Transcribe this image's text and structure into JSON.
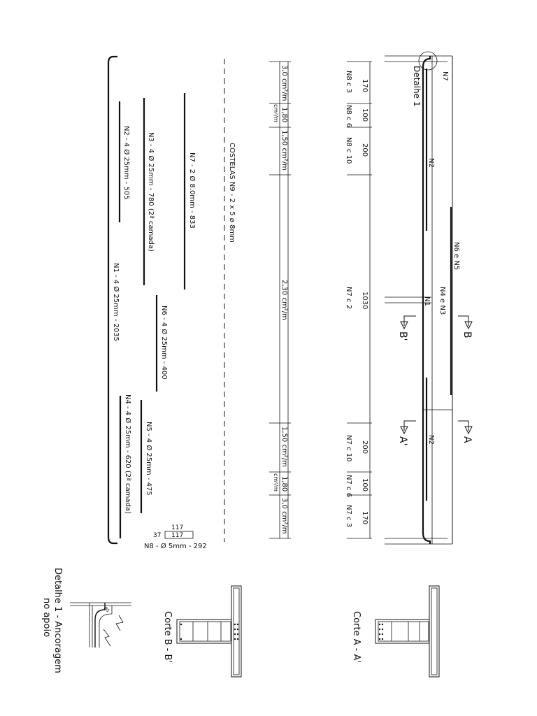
{
  "beam": {
    "detail_label": "Detalhe 1",
    "labels": {
      "n7": "N7",
      "n2_top": "N2",
      "n2_bottom": "N2",
      "n6n5": "N6 e N5",
      "n4n3": "N4 e N3",
      "n1": "N1"
    },
    "sections": {
      "b": "B",
      "b_prime": "B'",
      "a": "A",
      "a_prime": "A'"
    }
  },
  "stirrup_zones": [
    {
      "length": "170",
      "stirrup": "N8 c 3"
    },
    {
      "length": "100",
      "stirrup": "N8 c 6"
    },
    {
      "length": "200",
      "stirrup": "N8 c 10"
    },
    {
      "length": "1030",
      "stirrup": "N7 c 2"
    },
    {
      "length": "200",
      "stirrup": "N7 c 10"
    },
    {
      "length": "100",
      "stirrup": "N7 c 6"
    },
    {
      "length": "170",
      "stirrup": "N7 c 3"
    }
  ],
  "steel_areas": [
    {
      "value": "3,0 cm²/m"
    },
    {
      "value": "1,80",
      "unit": "cm²/m"
    },
    {
      "value": "1,50 cm²/m"
    },
    {
      "value": "2,30 cm²/m"
    },
    {
      "value": "1,50 cm²/m"
    },
    {
      "value": "1,80",
      "unit": "cm²/m"
    },
    {
      "value": "3,0 cm²/m"
    }
  ],
  "bar_schedule": {
    "costelas": "COSTELAS N9 - 2 x 5 ø 8mm",
    "n7": "N7 - 2 Ø 8.0mm - 833",
    "n3": "N3 - 4 Ø 25mm - 780 (2ª camada)",
    "n2": "N2 - 4 Ø 25mm - 505",
    "n6": "N6 - 4 Ø 25mm - 400",
    "n1": "N1 - 4 Ø 25mm - 2035",
    "n5": "N5 - 4 Ø 25mm - 475",
    "n4": "N4 - 4 Ø 25mm - 620 (2ª camada)",
    "stirrup_dim_outer": "117",
    "stirrup_dim_inner": "117",
    "stirrup_dim_side": "37",
    "n8": "N8 - Ø 5mm - 292"
  },
  "details": {
    "corte_a": "Corte A - A'",
    "corte_b": "Corte B - B'",
    "detalhe1_line1": "Detalhe 1 - Ancoragem",
    "detalhe1_line2": "no apoio"
  }
}
